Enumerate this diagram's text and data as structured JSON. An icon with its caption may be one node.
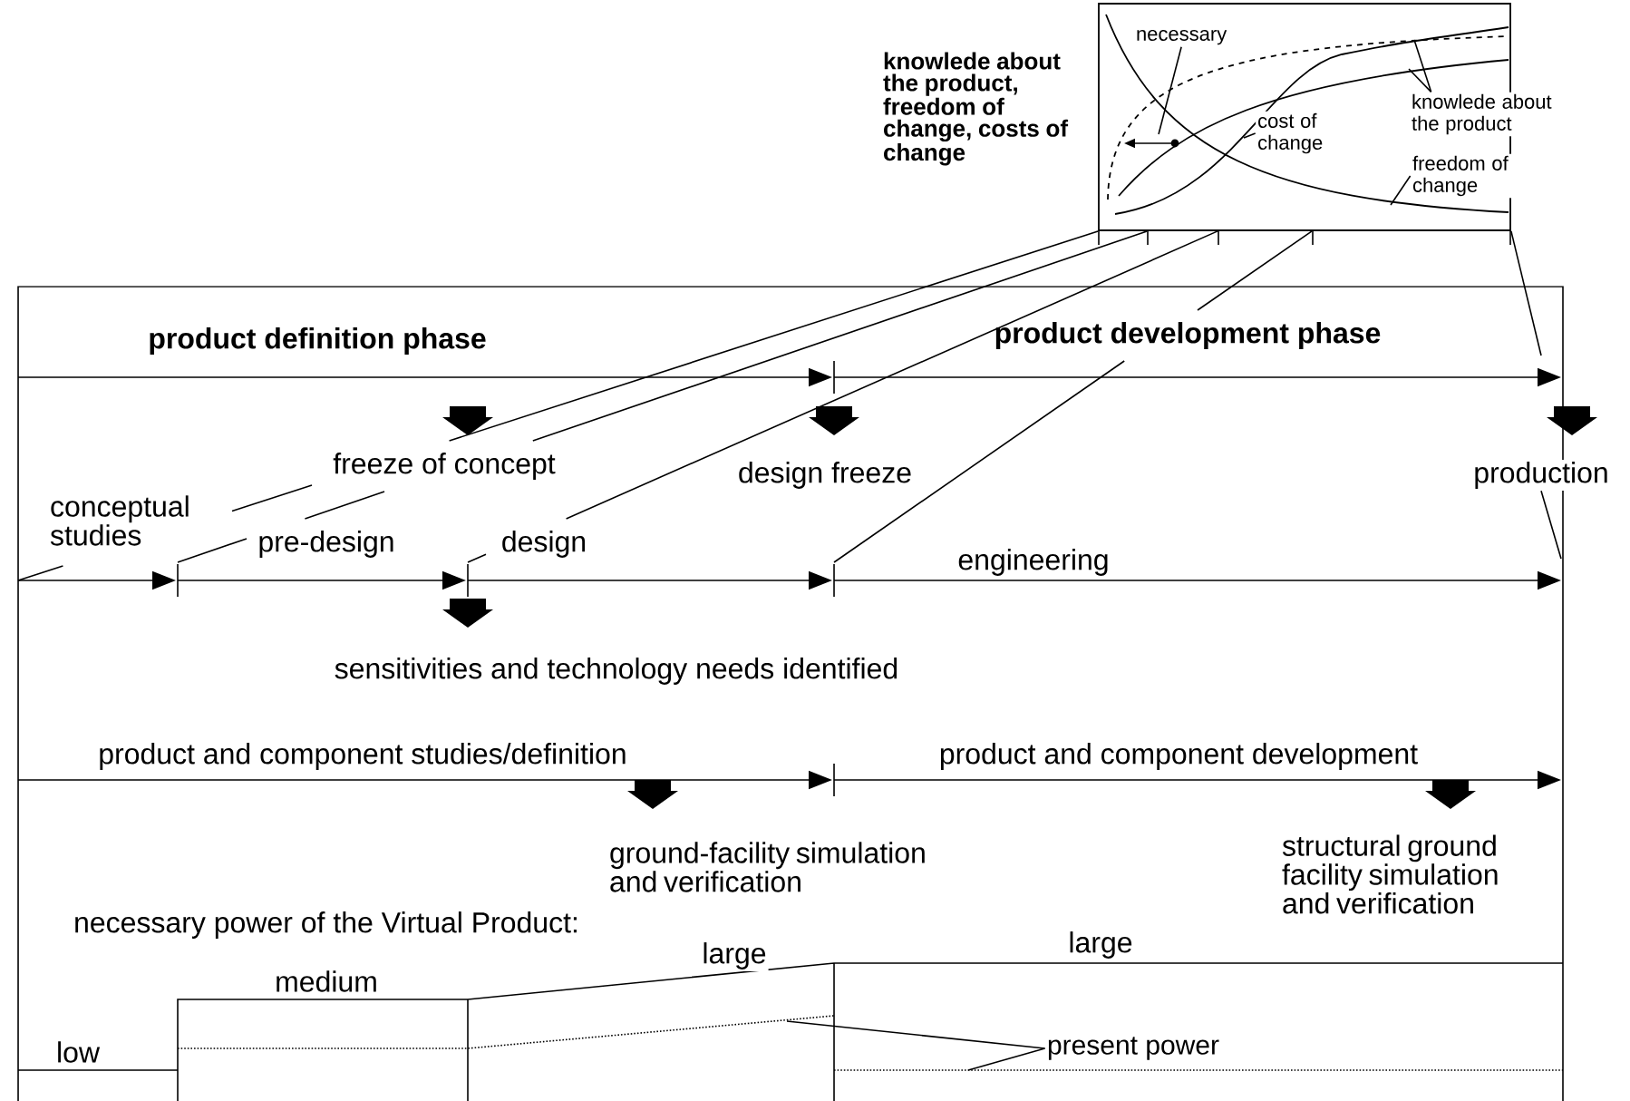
{
  "diagram": {
    "nodes": [
      {
        "text": [],
        "shape": "picture",
        "beside": [
          "knowlede about the product, freedom of change, costs of change"
        ]
      },
      {
        "text": [
          "necessary"
        ],
        "in": 0
      },
      {
        "text": [
          "cost of change"
        ],
        "in": 0
      },
      {
        "text": [
          "knowlede about the product"
        ]
      },
      {
        "text": [
          "freedom of change"
        ]
      },
      {
        "text": [
          "production"
        ]
      },
      {
        "text": [
          "present power"
        ]
      }
    ],
    "edges": [
      {
        "from": 0,
        "to": null,
        "arrow": "none"
      },
      {
        "from": 0,
        "to": null,
        "arrow": "none"
      },
      {
        "from": 0,
        "to": null,
        "arrow": "none"
      },
      {
        "from": 0,
        "to": null,
        "arrow": "none"
      },
      {
        "from": 0,
        "to": null,
        "arrow": "none"
      },
      {
        "from": 1,
        "to": null,
        "arrow": "none"
      },
      {
        "from": 2,
        "to": null,
        "arrow": "none"
      },
      {
        "from": 3,
        "to": null,
        "arrow": "none"
      },
      {
        "from": 3,
        "to": null,
        "arrow": "none"
      },
      {
        "from": 4,
        "to": null,
        "arrow": "none"
      },
      {
        "from": 5,
        "to": null,
        "arrow": "none"
      },
      {
        "from": 6,
        "to": null,
        "arrow": "none"
      },
      {
        "from": 6,
        "to": null,
        "arrow": "none"
      }
    ],
    "labels": [
      "product definition phase",
      "product development phase",
      "freeze of concept",
      "design freeze",
      "conceptual studies",
      "pre-design",
      "design",
      "engineering",
      "sensitivities and technology needs identified",
      "product and component studies/definition",
      "product and component development",
      "ground-facility simulation and verification",
      "structural ground facility simulation and verification",
      "necessary power of the Virtual Product:",
      "large",
      "large",
      "medium",
      "low"
    ]
  }
}
